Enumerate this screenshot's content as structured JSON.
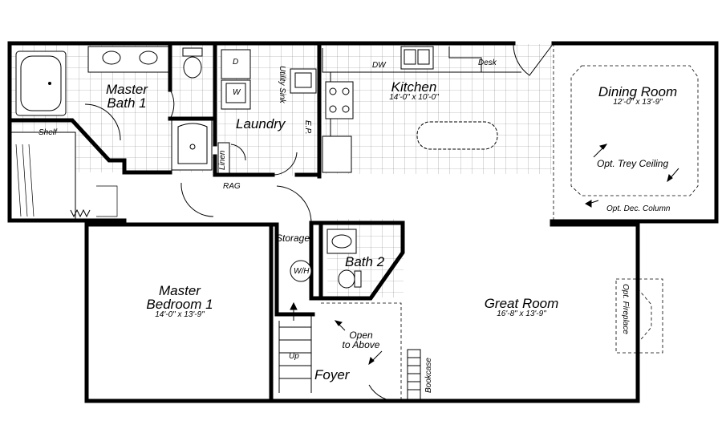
{
  "rooms": {
    "master_bath": {
      "line1": "Master",
      "line2": "Bath 1"
    },
    "kitchen": {
      "name": "Kitchen",
      "dim": "14'-0\" x 10'-0\""
    },
    "dining": {
      "name": "Dining Room",
      "dim": "12'-0\" x 13'-9\""
    },
    "laundry": {
      "name": "Laundry"
    },
    "bath2": {
      "name": "Bath 2"
    },
    "master_bedroom": {
      "line1": "Master",
      "line2": "Bedroom 1",
      "dim": "14'-0\" x 13'-9\""
    },
    "great_room": {
      "name": "Great Room",
      "dim": "16'-8\" x 13'-9\""
    },
    "foyer": {
      "name": "Foyer"
    }
  },
  "labels": {
    "shelf": "Shelf",
    "dw": "DW",
    "desk": "Desk",
    "utility_sink": "Utility Sink",
    "ep": "E.P.",
    "linen": "Linen",
    "rag": "RAG",
    "storage": "Storage",
    "wh": "W/H",
    "open_line1": "Open",
    "open_line2": "to Above",
    "up": "Up",
    "bookcase": "Bookcase",
    "opt_trey": "Opt. Trey Ceiling",
    "opt_column": "Opt. Dec. Column",
    "opt_fireplace": "Opt. Fireplace",
    "d": "D",
    "w": "W"
  }
}
